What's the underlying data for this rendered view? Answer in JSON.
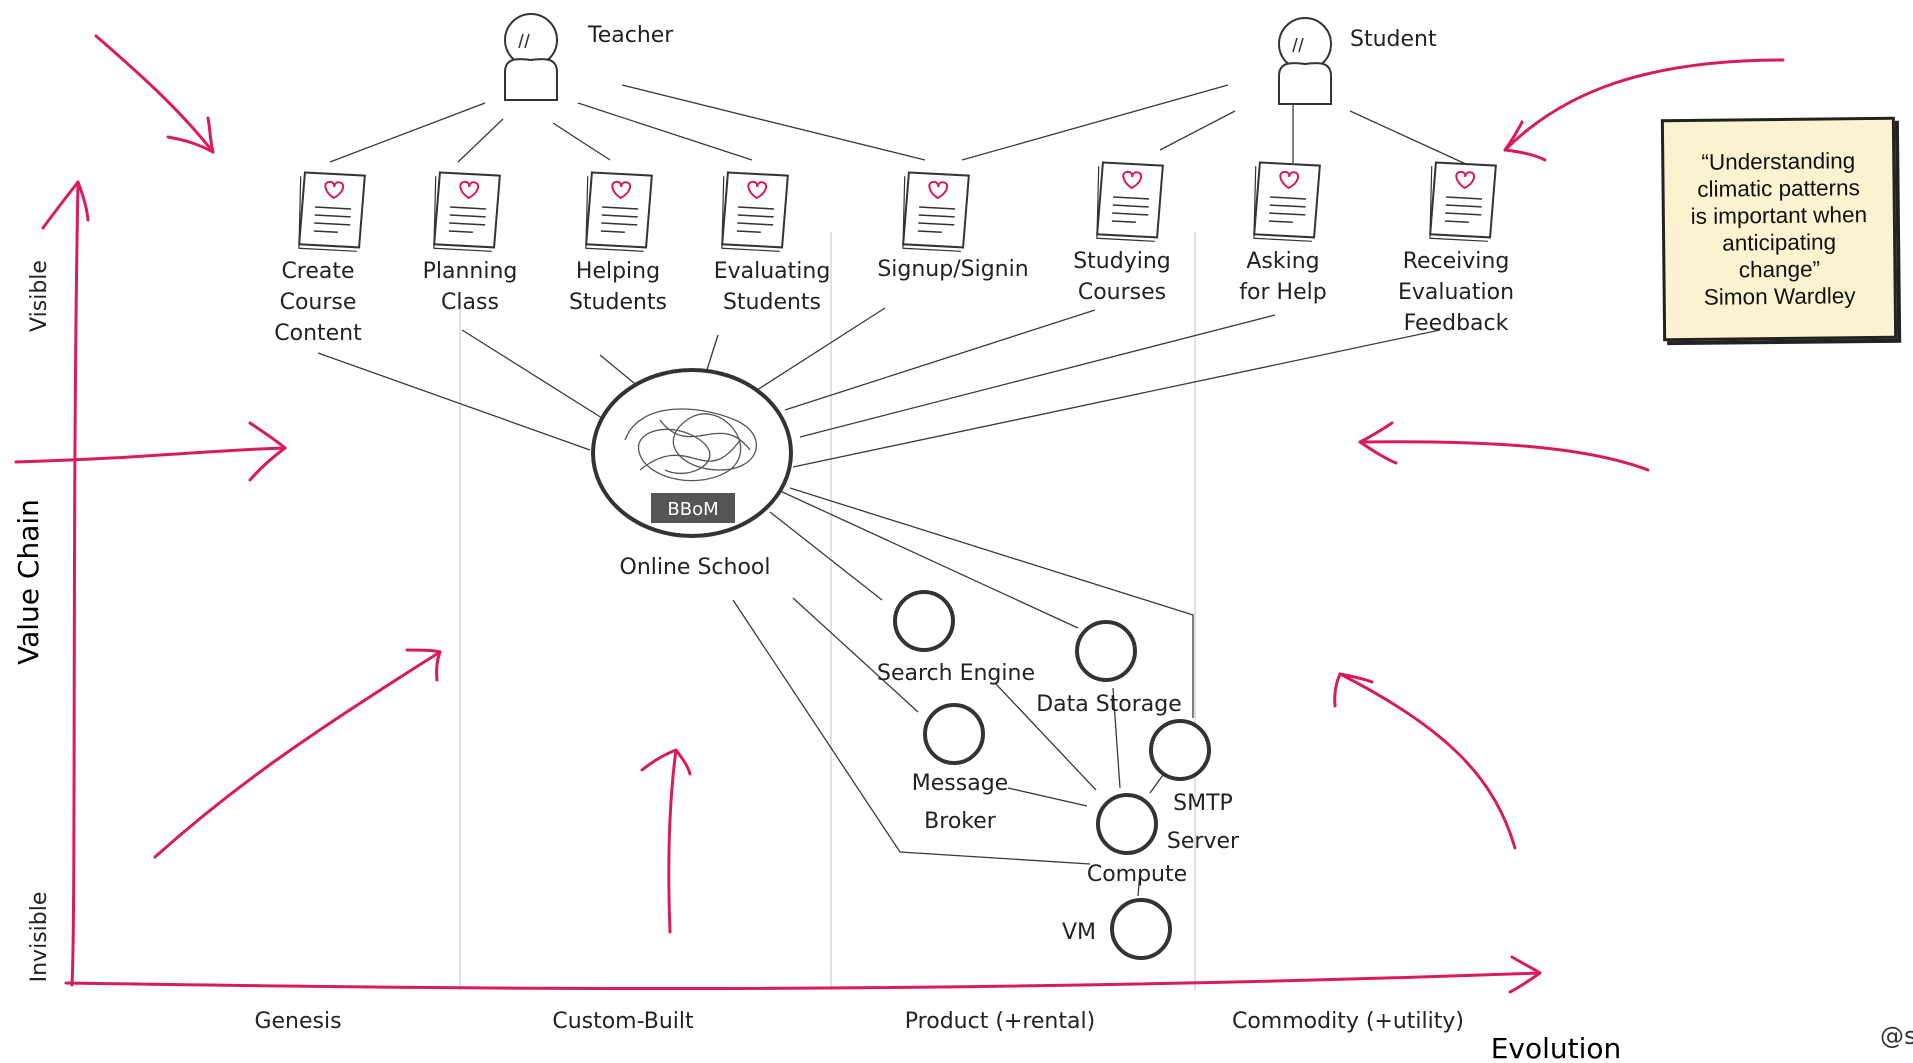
{
  "users": [
    {
      "id": "teacher",
      "label": "Teacher"
    },
    {
      "id": "student",
      "label": "Student"
    }
  ],
  "needs": [
    {
      "id": "create-course-content",
      "lines": [
        "Create",
        "Course",
        "Content"
      ]
    },
    {
      "id": "planning-class",
      "lines": [
        "Planning",
        "Class"
      ]
    },
    {
      "id": "helping-students",
      "lines": [
        "Helping",
        "Students"
      ]
    },
    {
      "id": "evaluating-students",
      "lines": [
        "Evaluating",
        "Students"
      ]
    },
    {
      "id": "signup-signin",
      "lines": [
        "Signup/Signin"
      ]
    },
    {
      "id": "studying-courses",
      "lines": [
        "Studying",
        "Courses"
      ]
    },
    {
      "id": "asking-for-help",
      "lines": [
        "Asking",
        "for Help"
      ]
    },
    {
      "id": "receiving-evaluation-feedback",
      "lines": [
        "Receiving",
        "Evaluation",
        "Feedback"
      ]
    }
  ],
  "core": {
    "badge": "BBoM",
    "label": "Online School"
  },
  "components": [
    {
      "id": "search-engine",
      "lines": [
        "Search Engine"
      ]
    },
    {
      "id": "data-storage",
      "lines": [
        "Data Storage"
      ]
    },
    {
      "id": "message-broker",
      "lines": [
        "Message",
        "Broker"
      ]
    },
    {
      "id": "smtp-server",
      "lines": [
        "SMTP",
        "Server"
      ]
    },
    {
      "id": "compute",
      "lines": [
        "Compute"
      ]
    },
    {
      "id": "vm",
      "lines": [
        "VM"
      ]
    }
  ],
  "axes": {
    "y_title": "Value Chain",
    "y_top": "Visible",
    "y_bottom": "Invisible",
    "x_title": "Evolution",
    "stages": [
      "Genesis",
      "Custom-Built",
      "Product (+rental)",
      "Commodity (+utility)"
    ]
  },
  "quote": {
    "lines": [
      "“Understanding",
      "climatic patterns",
      "is important when",
      "anticipating",
      "change”",
      "Simon Wardley"
    ]
  },
  "credit": "@s",
  "colors": {
    "arrow": "#d81b60",
    "line": "#333333",
    "grid": "#d9d9d9",
    "badge_bg": "#555555",
    "note_bg": "#fbf3cf"
  },
  "icons": {
    "user": "stick-person-icon",
    "need": "document-heart-icon",
    "component": "circle-node-icon",
    "core": "tangled-ball-icon"
  }
}
